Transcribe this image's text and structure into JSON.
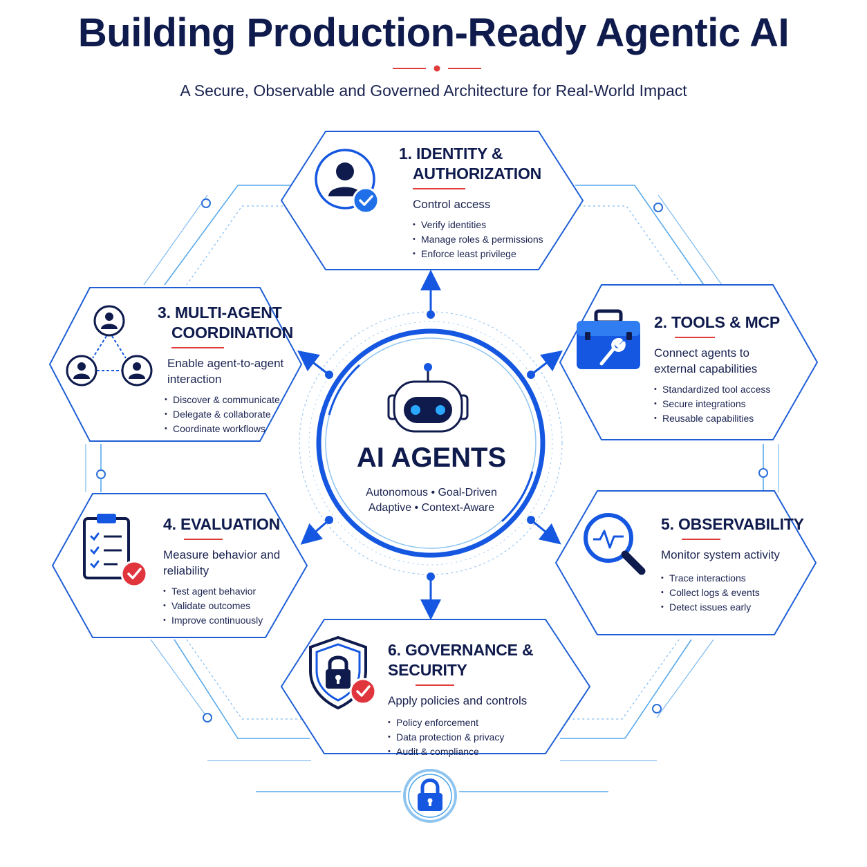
{
  "header": {
    "title": "Building Production-Ready Agentic AI",
    "subtitle": "A Secure, Observable and Governed Architecture for Real-World Impact"
  },
  "center": {
    "title": "AI AGENTS",
    "line1": "Autonomous • Goal-Driven",
    "line2": "Adaptive • Context-Aware",
    "icon": "robot-icon"
  },
  "cards": {
    "identity": {
      "title_line1": "1. IDENTITY &",
      "title_line2": "AUTHORIZATION",
      "lead": "Control access",
      "bullets": [
        "Verify identities",
        "Manage roles & permissions",
        "Enforce least privilege"
      ],
      "icon": "user-check-icon"
    },
    "tools": {
      "title_line1": "2. TOOLS & MCP",
      "lead_line1": "Connect agents to",
      "lead_line2": "external capabilities",
      "bullets": [
        "Standardized tool access",
        "Secure integrations",
        "Reusable capabilities"
      ],
      "icon": "toolbox-icon"
    },
    "coordination": {
      "title_line1": "3. MULTI-AGENT",
      "title_line2": "COORDINATION",
      "lead_line1": "Enable agent-to-agent",
      "lead_line2": "interaction",
      "bullets": [
        "Discover & communicate",
        "Delegate & collaborate",
        "Coordinate workflows"
      ],
      "icon": "agent-network-icon"
    },
    "evaluation": {
      "title_line1": "4. EVALUATION",
      "lead_line1": "Measure behavior and",
      "lead_line2": "reliability",
      "bullets": [
        "Test agent behavior",
        "Validate outcomes",
        "Improve continuously"
      ],
      "icon": "clipboard-check-icon"
    },
    "observability": {
      "title_line1": "5. OBSERVABILITY",
      "lead": "Monitor system activity",
      "bullets": [
        "Trace interactions",
        "Collect logs & events",
        "Detect issues early"
      ],
      "icon": "magnifier-pulse-icon"
    },
    "governance": {
      "title_line1": "6. GOVERNANCE & SECURITY",
      "lead": "Apply policies and controls",
      "bullets": [
        "Policy enforcement",
        "Data protection & privacy",
        "Audit & compliance"
      ],
      "icon": "shield-lock-icon"
    }
  },
  "footer": {
    "icon": "padlock-icon"
  },
  "colors": {
    "navy": "#0f1b4d",
    "blue": "#1557e0",
    "light_blue": "#4aa3e8",
    "accent_red": "#e03c3c",
    "check_blue": "#1f6fe8"
  }
}
